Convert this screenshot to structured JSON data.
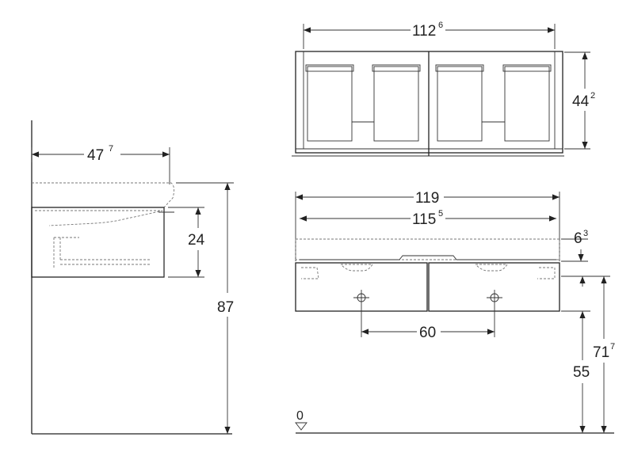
{
  "dimensions": {
    "side_depth": {
      "main": "47",
      "sup": "7"
    },
    "side_drawer_height": {
      "main": "24"
    },
    "side_total_height": {
      "main": "87"
    },
    "top_width": {
      "main": "112",
      "sup": "6"
    },
    "top_depth": {
      "main": "44",
      "sup": "2"
    },
    "front_width": {
      "main": "119"
    },
    "front_inner_width": {
      "main": "115",
      "sup": "5"
    },
    "front_top_height": {
      "main": "6",
      "sup": "3"
    },
    "front_handle_spacing": {
      "main": "60"
    },
    "front_mount_height": {
      "main": "55"
    },
    "front_total_height": {
      "main": "71",
      "sup": "7"
    },
    "floor_level": {
      "main": "0"
    }
  }
}
